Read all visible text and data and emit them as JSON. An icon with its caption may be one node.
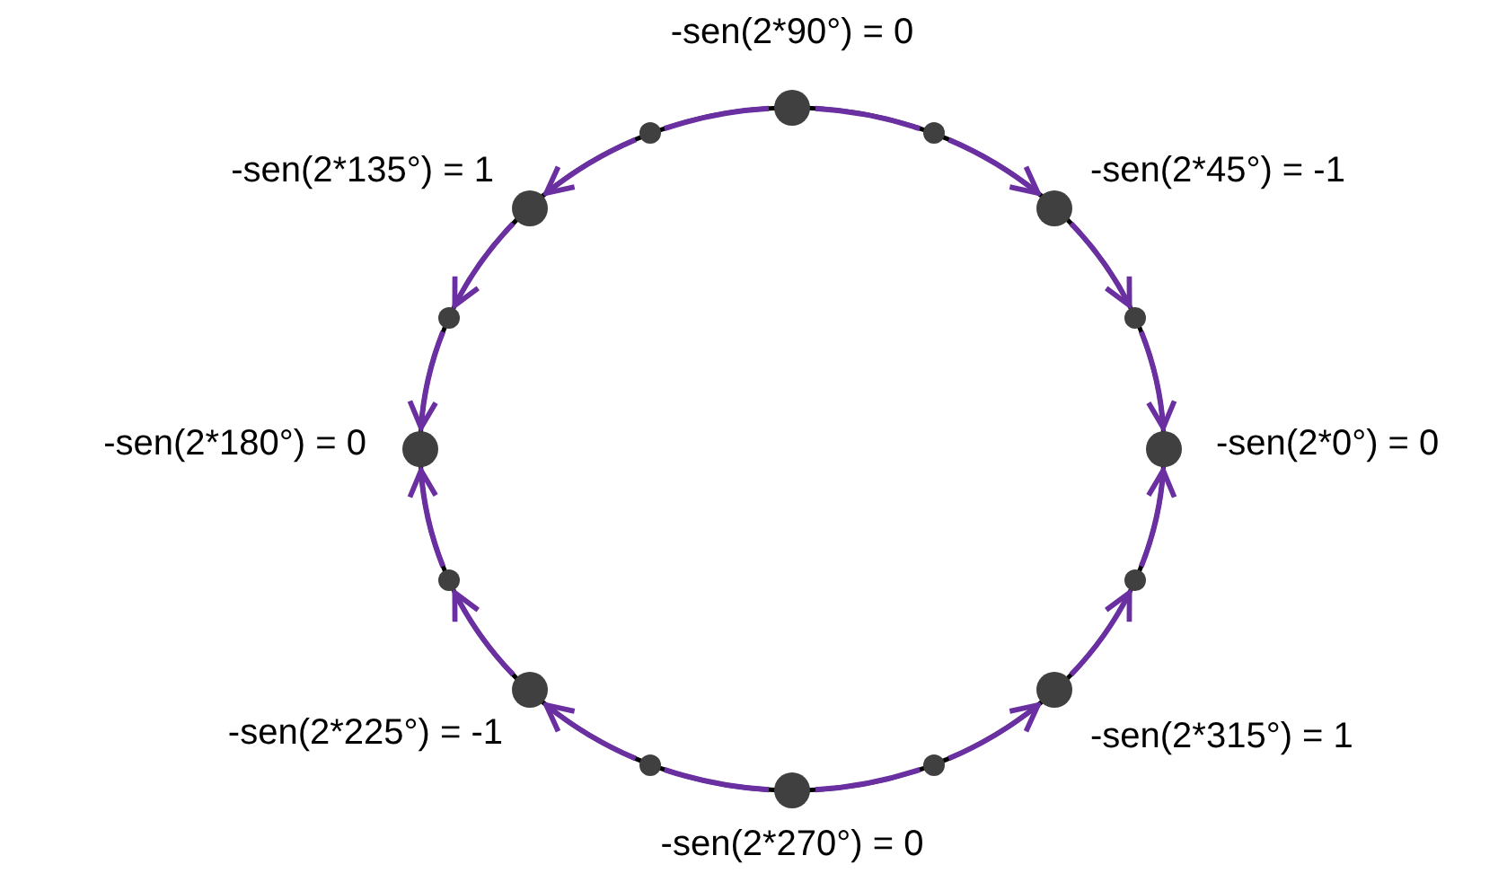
{
  "diagram": {
    "nodes": [
      {
        "text": [],
        "shape": "circle",
        "beside": [
          "-sen(2*90°) = 0"
        ]
      },
      {
        "text": [],
        "shape": "circle"
      },
      {
        "text": [],
        "shape": "circle"
      },
      {
        "text": [],
        "shape": "circle",
        "beside": [
          "-sen(2*135°) = 1"
        ]
      },
      {
        "text": [],
        "shape": "circle",
        "beside": [
          "-sen(2*45°) = -1"
        ]
      },
      {
        "text": [],
        "shape": "circle"
      },
      {
        "text": [],
        "shape": "circle"
      },
      {
        "text": [],
        "shape": "circle",
        "beside": [
          "-sen(2*180°) = 0"
        ]
      },
      {
        "text": [],
        "shape": "circle",
        "beside": [
          "-sen(2*0°) = 0"
        ]
      },
      {
        "text": [],
        "shape": "circle"
      },
      {
        "text": [],
        "shape": "circle"
      },
      {
        "text": [],
        "shape": "circle",
        "beside": [
          "-sen(2*225°) = -1"
        ]
      },
      {
        "text": [],
        "shape": "circle",
        "beside": [
          "-sen(2*315°) = 1"
        ]
      },
      {
        "text": [],
        "shape": "circle"
      },
      {
        "text": [],
        "shape": "circle"
      },
      {
        "text": [],
        "shape": "circle",
        "beside": [
          "-sen(2*270°) = 0"
        ]
      }
    ],
    "edges": [
      {
        "from": 0,
        "to": 2,
        "arrow": "none"
      },
      {
        "from": 2,
        "to": 4,
        "arrow": "to"
      },
      {
        "from": 4,
        "to": 6,
        "arrow": "to"
      },
      {
        "from": 6,
        "to": 8,
        "arrow": "to"
      },
      {
        "from": 0,
        "to": 1,
        "arrow": "none"
      },
      {
        "from": 1,
        "to": 3,
        "arrow": "to"
      },
      {
        "from": 3,
        "to": 5,
        "arrow": "to"
      },
      {
        "from": 5,
        "to": 7,
        "arrow": "to"
      },
      {
        "from": 15,
        "to": 13,
        "arrow": "none"
      },
      {
        "from": 13,
        "to": 11,
        "arrow": "to"
      },
      {
        "from": 11,
        "to": 9,
        "arrow": "to"
      },
      {
        "from": 9,
        "to": 7,
        "arrow": "to"
      },
      {
        "from": 15,
        "to": 14,
        "arrow": "none"
      },
      {
        "from": 14,
        "to": 12,
        "arrow": "to"
      },
      {
        "from": 12,
        "to": 10,
        "arrow": "to"
      },
      {
        "from": 10,
        "to": 8,
        "arrow": "to"
      }
    ]
  }
}
